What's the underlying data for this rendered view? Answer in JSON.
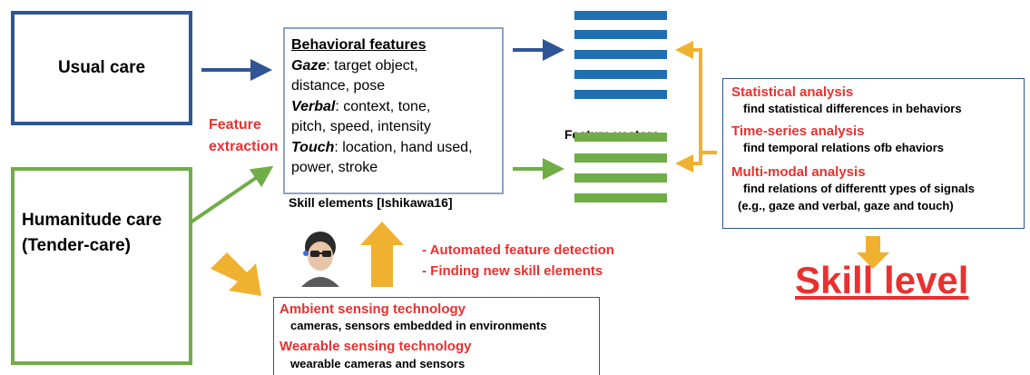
{
  "colors": {
    "blue": "#2f5597",
    "vector_blue": "#1f6fb2",
    "green": "#70ad47",
    "orange": "#f0b130",
    "red": "#e8312f"
  },
  "usual_care": {
    "label": "Usual care"
  },
  "humanitude_care": {
    "line1": "Humanitude care",
    "line2": "(Tender-care)"
  },
  "feature_extraction": {
    "line1": "Feature",
    "line2": "extraction"
  },
  "behavioral_features": {
    "title": "Behavioral features",
    "gaze_key": "Gaze",
    "gaze_text": ": target object,",
    "gaze_cont": "distance, pose",
    "verbal_key": "Verbal",
    "verbal_text": ": context, tone,",
    "verbal_cont": "pitch, speed, intensity",
    "touch_key": "Touch",
    "touch_text": ": location, hand used,",
    "touch_cont": "power, stroke"
  },
  "skill_elements": {
    "label": "Skill elements [Ishikawa16]"
  },
  "feature_vectors": {
    "label": "Feature vectors"
  },
  "analysis": {
    "items": [
      {
        "heading": "Statistical analysis",
        "detail": "find statistical differences in behaviors"
      },
      {
        "heading": "Time-series analysis",
        "detail": "find temporal relations ofb ehaviors"
      },
      {
        "heading": "Multi-modal analysis",
        "detail": "find relations of differentt ypes of signals",
        "detail2": "(e.g., gaze and verbal, gaze and touch)"
      }
    ]
  },
  "skill_level": {
    "label": "Skill level"
  },
  "automation": {
    "line1": "- Automated feature detection",
    "line2": "- Finding new skill elements"
  },
  "sensing": {
    "ambient_heading": "Ambient sensing technology",
    "ambient_detail": "cameras, sensors embedded in environments",
    "wearable_heading": "Wearable sensing technology",
    "wearable_detail": "wearable cameras and sensors"
  },
  "icons": {
    "person": "person-with-eyetracker-photo"
  }
}
